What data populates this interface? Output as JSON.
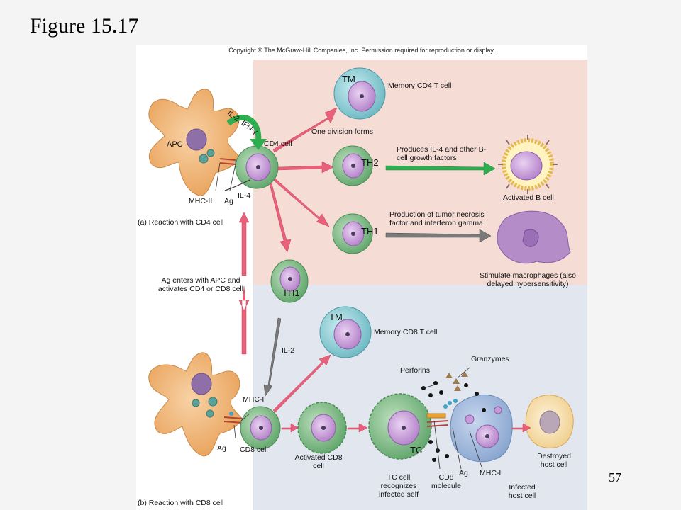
{
  "slide": {
    "title": "Figure 15.17",
    "page_number": "57"
  },
  "figure": {
    "copyright": "Copyright © The McGraw-Hill Companies, Inc. Permission required for reproduction or display.",
    "panel_a": {
      "caption": "(a) Reaction with CD4 cell",
      "apc": "APC",
      "mhc2": "MHC-II",
      "ag": "Ag",
      "il4": "IL-4",
      "cytokines": "IL-2, IFN-γ",
      "cd4_cell": "CD4 cell",
      "one_division": "One division forms",
      "memory_cd4": "Memory CD4 T cell",
      "th2_text": "Produces IL-4 and other B-cell growth factors",
      "activated_b": "Activated B cell",
      "th1_text": "Production of tumor necrosis factor and interferon gamma",
      "stimulate_mac": "Stimulate macrophages (also delayed hypersensitivity)"
    },
    "middle": {
      "ag_enters": "Ag enters with APC and activates CD4 or CD8 cell",
      "il2": "IL-2"
    },
    "panel_b": {
      "caption": "(b) Reaction with CD8 cell",
      "memory_cd8": "Memory CD8 T cell",
      "mhc1": "MHC-I",
      "ag": "Ag",
      "cd8_cell": "CD8 cell",
      "activated_cd8": "Activated CD8 cell",
      "tc_recognizes": "TC cell recognizes infected self",
      "cd8_molecule": "CD8 molecule",
      "ag2": "Ag",
      "mhc1_2": "MHC-I",
      "infected_host": "Infected host cell",
      "destroyed_host": "Destroyed host cell",
      "perforins": "Perforins",
      "granzymes": "Granzymes"
    },
    "cell_labels": {
      "tm": "TM",
      "th2": "TH2",
      "th1": "TH1",
      "tc": "TC"
    },
    "colors": {
      "top_bg": "#f5ddd6",
      "bottom_bg": "#e2e6ef",
      "apc": "#f2b779",
      "t_cell": "#7db883",
      "memory_cell": "#8fcfd6",
      "nucleus": "#c79ad8",
      "arrow_pink": "#e8607a",
      "arrow_green": "#2fae4f",
      "arrow_gray": "#6b6b6b",
      "macrophage": "#b48cc7",
      "infected_cell": "#9eb6d8"
    }
  }
}
